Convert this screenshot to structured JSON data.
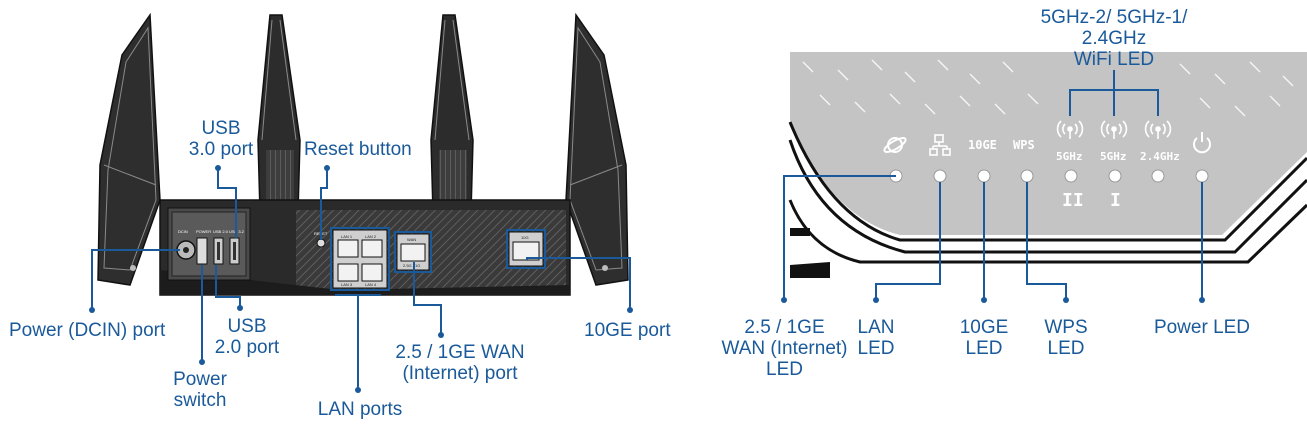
{
  "router_labels": {
    "usb30": "USB\n3.0 port",
    "reset": "Reset button",
    "power_dcin": "Power (DCIN) port",
    "usb20": "USB\n2.0 port",
    "power_switch": "Power\nswitch",
    "wan": "2.5 / 1GE WAN\n(Internet) port",
    "lan_ports": "LAN ports",
    "ge10_port": "10GE port"
  },
  "panel_printed": {
    "dcin": "DCIN",
    "power": "POWER",
    "usb30": "USB 3.2",
    "usb20": "USB 2.0",
    "reset": "RESET",
    "lan1": "LAN 1",
    "lan2": "LAN 2",
    "lan3": "LAN 3",
    "lan4": "LAN 4",
    "wan": "WAN",
    "wan_speed": "2.5G / 1G",
    "ge10": "10G"
  },
  "led_panel": {
    "label_10ge": "10GE",
    "label_wps": "WPS",
    "label_5g2": "5GHz",
    "label_5g1": "5GHz",
    "label_24g": "2.4GHz",
    "roman_2": "II",
    "roman_1": "I"
  },
  "led_labels": {
    "wifi": "5GHz-2/ 5GHz-1/\n2.4GHz\nWiFi LED",
    "wan": "2.5 / 1GE\nWAN (Internet)\nLED",
    "lan": "LAN\nLED",
    "ge10": "10GE\nLED",
    "wps": "WPS\nLED",
    "power": "Power LED"
  },
  "colors": {
    "callout": "#1a5a9a",
    "router_body": "#2b2b2b",
    "antenna": "#3a3a3a",
    "led_panel": "#c4c4c4",
    "led_dot": "#ffffff"
  }
}
